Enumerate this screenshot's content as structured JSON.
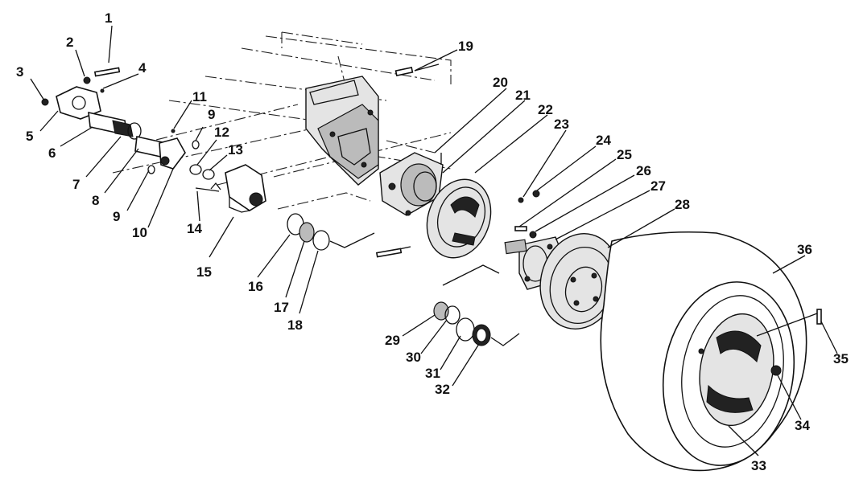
{
  "part_labels": {
    "p1": "1",
    "p2": "2",
    "p3": "3",
    "p4": "4",
    "p5": "5",
    "p6": "6",
    "p7": "7",
    "p8": "8",
    "p9a": "9",
    "p9b": "9",
    "p10": "10",
    "p11": "11",
    "p12": "12",
    "p13": "13",
    "p14": "14",
    "p15": "15",
    "p16": "16",
    "p17": "17",
    "p18": "18",
    "p19": "19",
    "p20": "20",
    "p21": "21",
    "p22": "22",
    "p23": "23",
    "p24": "24",
    "p25": "25",
    "p26": "26",
    "p27": "27",
    "p28": "28",
    "p29": "29",
    "p30": "30",
    "p31": "31",
    "p32": "32",
    "p33": "33",
    "p34": "34",
    "p35": "35",
    "p36": "36"
  }
}
